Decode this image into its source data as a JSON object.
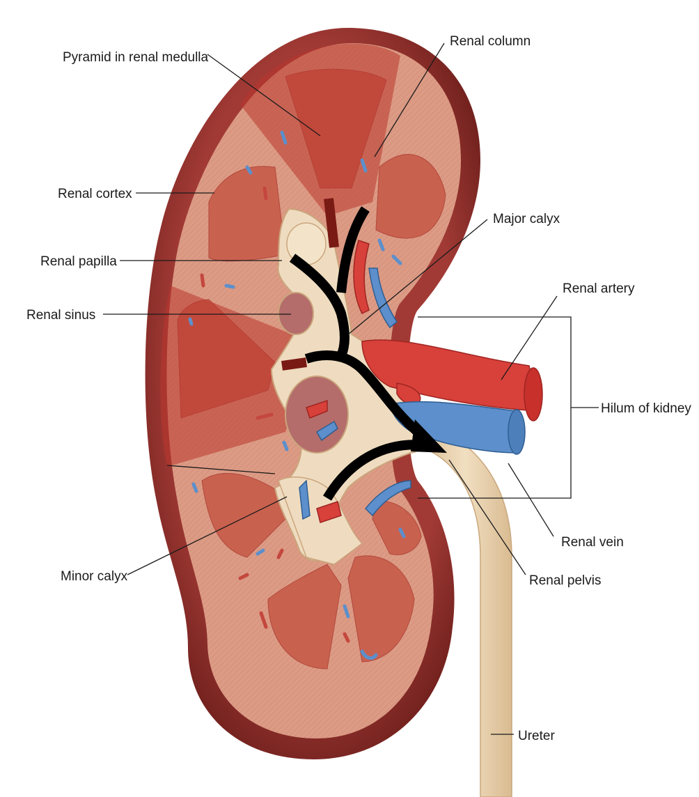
{
  "labels": {
    "pyramid": "Pyramid in renal medulla",
    "renal_column": "Renal column",
    "renal_cortex": "Renal cortex",
    "major_calyx": "Major calyx",
    "renal_papilla": "Renal papilla",
    "renal_artery": "Renal artery",
    "renal_sinus": "Renal sinus",
    "hilum": "Hilum of kidney",
    "renal_vein": "Renal vein",
    "minor_calyx": "Minor calyx",
    "renal_pelvis": "Renal pelvis",
    "ureter": "Ureter"
  },
  "colors": {
    "capsule": "#8f2f2c",
    "cortex": "#d9957f",
    "pyramid": "#c85a4f",
    "highlight_wedge": "#b9362e",
    "sinus_fat": "#efdcc0",
    "artery": "#d8403a",
    "vein": "#5c8fcb",
    "ureter": "#ead2ad",
    "flow_arrow": "#000000",
    "dark_arrow": "#7a1a14"
  }
}
